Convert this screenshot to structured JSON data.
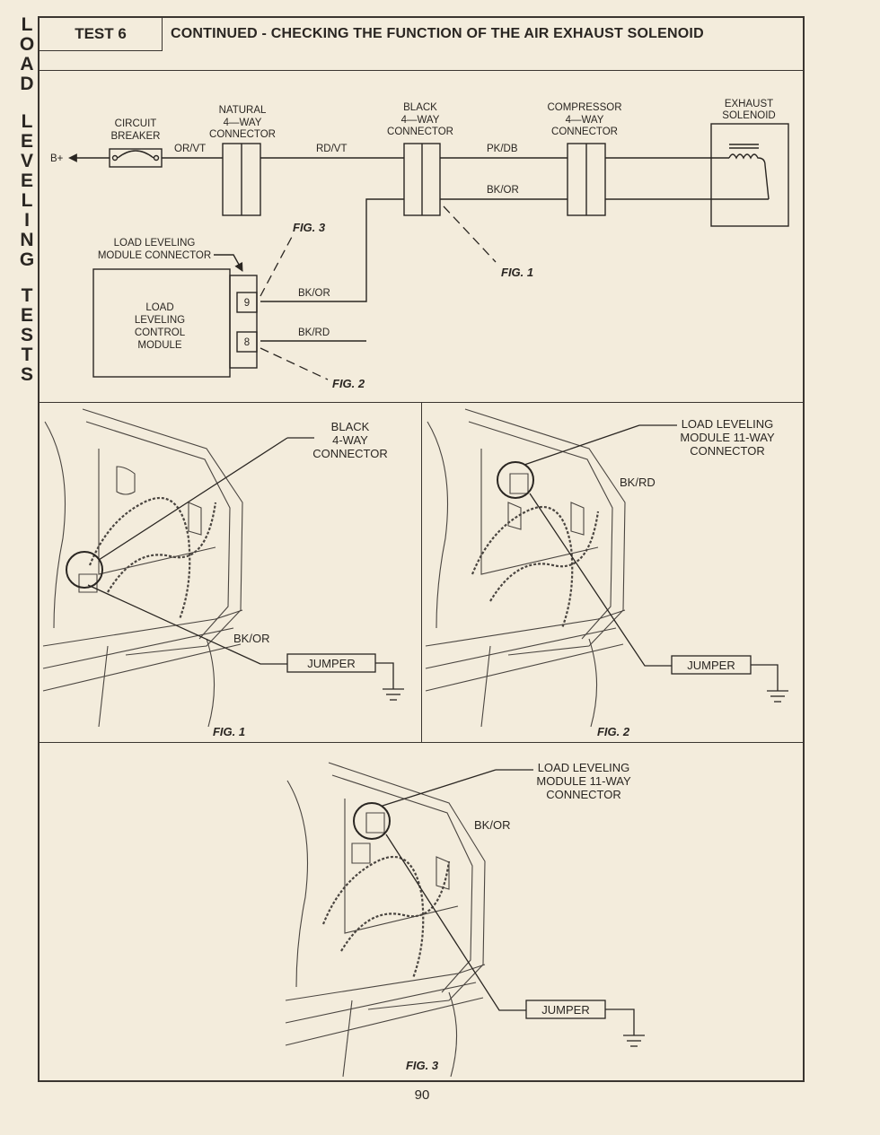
{
  "side_label": {
    "letters": [
      "L",
      "O",
      "A",
      "D",
      "",
      "L",
      "E",
      "V",
      "E",
      "L",
      "I",
      "N",
      "G",
      "",
      "T",
      "E",
      "S",
      "T",
      "S"
    ]
  },
  "header": {
    "test": "TEST 6",
    "title": "CONTINUED - CHECKING THE FUNCTION OF THE AIR EXHAUST SOLENOID"
  },
  "diagram": {
    "battery": "B+",
    "circuit_breaker": [
      "CIRCUIT",
      "BREAKER"
    ],
    "natural_connector": [
      "NATURAL",
      "4—WAY",
      "CONNECTOR"
    ],
    "black_connector": [
      "BLACK",
      "4—WAY",
      "CONNECTOR"
    ],
    "compressor_connector": [
      "COMPRESSOR",
      "4—WAY",
      "CONNECTOR"
    ],
    "exhaust_solenoid": [
      "EXHAUST",
      "SOLENOID"
    ],
    "wire_or_vt": "OR/VT",
    "wire_rd_vt": "RD/VT",
    "wire_pk_db": "PK/DB",
    "wire_bk_or_top": "BK/OR",
    "wire_bk_or_module": "BK/OR",
    "wire_bk_rd_module": "BK/RD",
    "module_connector": [
      "LOAD LEVELING",
      "MODULE CONNECTOR"
    ],
    "control_module": [
      "LOAD",
      "LEVELING",
      "CONTROL",
      "MODULE"
    ],
    "pin_9": "9",
    "pin_8": "8",
    "fig_1": "FIG. 1",
    "fig_2": "FIG. 2",
    "fig_3": "FIG. 3"
  },
  "figures": [
    {
      "callout": [
        "BLACK",
        "4-WAY",
        "CONNECTOR"
      ],
      "wire": "BK/OR",
      "jumper": "JUMPER",
      "caption": "FIG. 1"
    },
    {
      "callout": [
        "LOAD LEVELING",
        "MODULE 11-WAY",
        "CONNECTOR"
      ],
      "wire": "BK/RD",
      "jumper": "JUMPER",
      "caption": "FIG. 2"
    },
    {
      "callout": [
        "LOAD LEVELING",
        "MODULE 11-WAY",
        "CONNECTOR"
      ],
      "wire": "BK/OR",
      "jumper": "JUMPER",
      "caption": "FIG. 3"
    }
  ],
  "page_number": "90",
  "colors": {
    "paper": "#f3ecdc",
    "ink": "#2a2622"
  }
}
